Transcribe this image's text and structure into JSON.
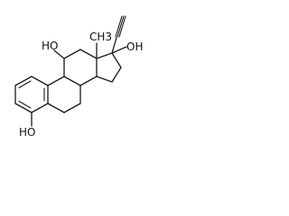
{
  "molecule": {
    "labels": {
      "ho_c3": "HO",
      "ho_c11": "HO",
      "oh_c17": "OH",
      "methyl": "CH3"
    }
  }
}
